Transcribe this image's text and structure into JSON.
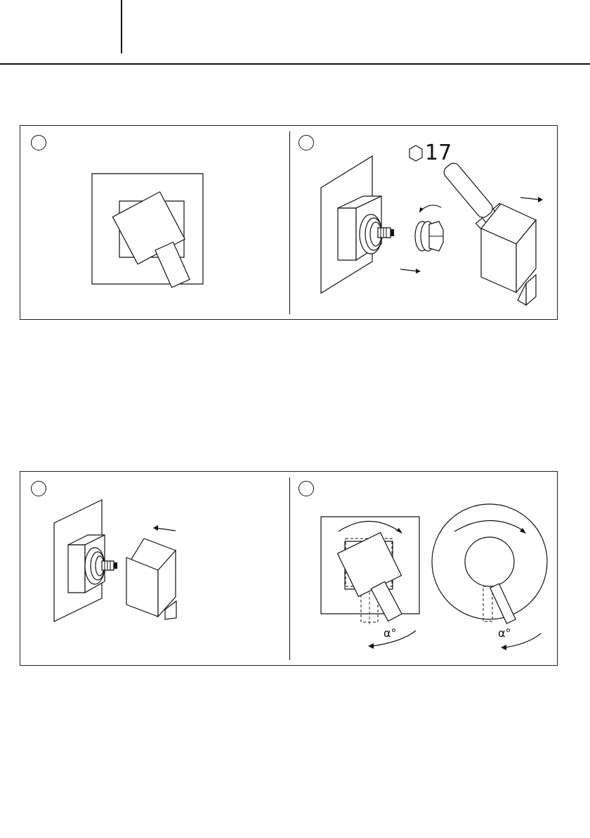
{
  "header": {
    "text": ""
  },
  "steps": [
    {
      "id": "remove-handle-front",
      "number": ""
    },
    {
      "id": "unscrew-adapter",
      "number": "",
      "wrench_size": "17"
    },
    {
      "id": "mount-handle",
      "number": ""
    },
    {
      "id": "adjust-rotation",
      "number": "",
      "angle_label_square": "α°",
      "angle_label_round": "α°"
    }
  ],
  "colors": {
    "ink": "#111111",
    "background": "#ffffff"
  }
}
